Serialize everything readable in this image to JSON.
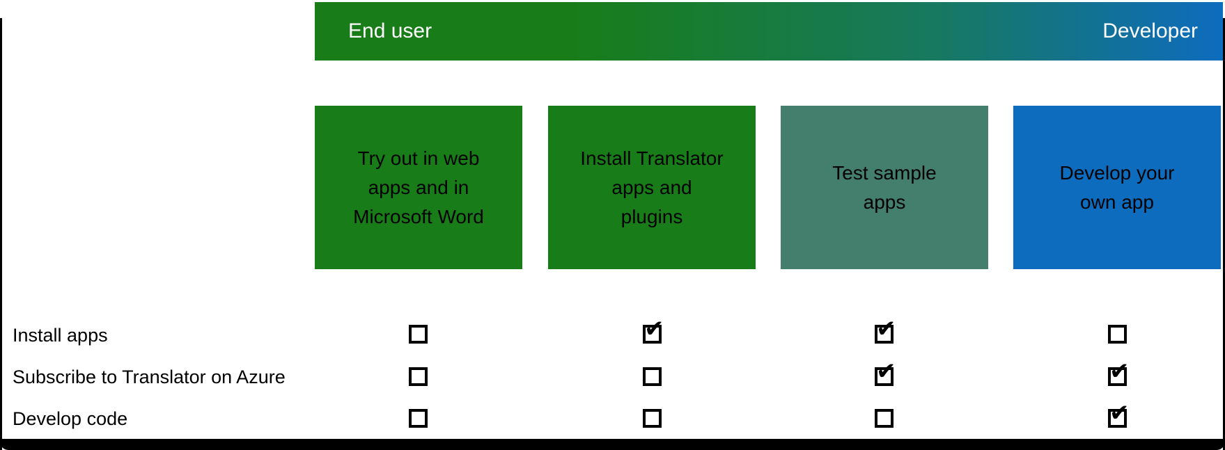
{
  "theme": {
    "green": "#187d18",
    "sage": "#447e6d",
    "blue": "#0e6cbe",
    "gradient_mid": "#17795f",
    "ink": "#000000",
    "bar": "#000000"
  },
  "banner": {
    "left_label": "End user",
    "right_label": "Developer"
  },
  "columns": [
    {
      "label": "Try out in web\napps and in\nMicrosoft Word",
      "color": "#187d18"
    },
    {
      "label": "Install Translator\napps and\nplugins",
      "color": "#187d18"
    },
    {
      "label": "Test sample\napps",
      "color": "#447e6d"
    },
    {
      "label": "Develop your\nown app",
      "color": "#0e6cbe"
    }
  ],
  "rows": [
    {
      "label": "Install apps",
      "checks": [
        false,
        true,
        true,
        false
      ]
    },
    {
      "label": "Subscribe to Translator on Azure",
      "checks": [
        false,
        false,
        true,
        true
      ]
    },
    {
      "label": "Develop code",
      "checks": [
        false,
        false,
        false,
        true
      ]
    }
  ],
  "icons": {
    "check_glyph": "✔"
  }
}
